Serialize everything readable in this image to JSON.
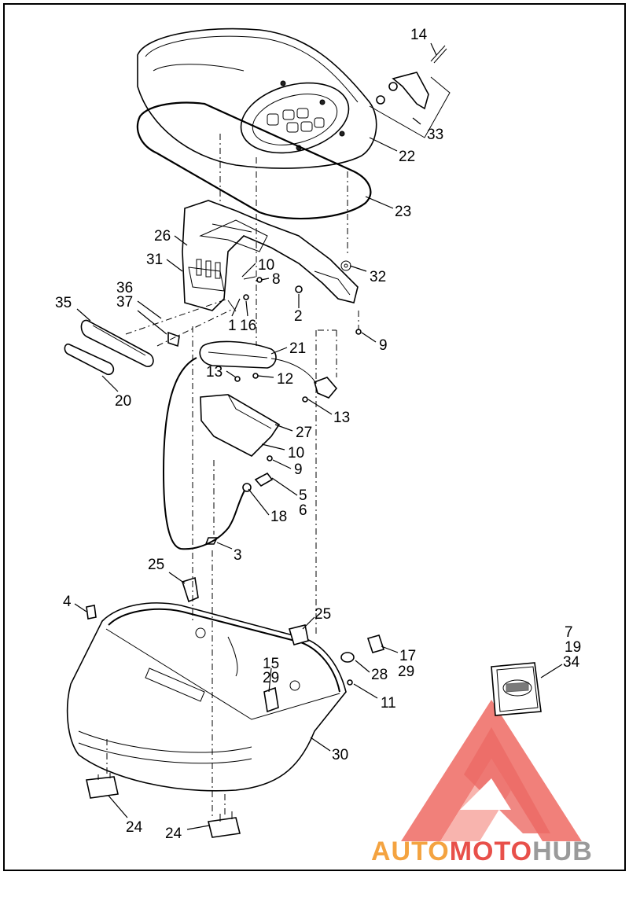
{
  "callouts": {
    "c14": "14",
    "c33": "33",
    "c22": "22",
    "c23": "23",
    "c26": "26",
    "c31": "31",
    "c10a": "10",
    "c8": "8",
    "c32": "32",
    "c36": "36",
    "c37": "37",
    "c35": "35",
    "c2": "2",
    "c1": "1",
    "c16": "16",
    "c9a": "9",
    "c21": "21",
    "c13a": "13",
    "c12": "12",
    "c20": "20",
    "c13b": "13",
    "c27": "27",
    "c10b": "10",
    "c9b": "9",
    "c5": "5",
    "c6": "6",
    "c18": "18",
    "c3": "3",
    "c25a": "25",
    "c4": "4",
    "c25b": "25",
    "c7": "7",
    "c19": "19",
    "c34": "34",
    "c17": "17",
    "c29a": "29",
    "c15": "15",
    "c29b": "29",
    "c28": "28",
    "c11": "11",
    "c30": "30",
    "c24a": "24",
    "c24b": "24"
  },
  "watermark": {
    "part1": "AUTO",
    "part2": "MOTO",
    "part3": "HUB",
    "color_red": "#e8504a",
    "color_orange": "#f4a340",
    "color_gray": "#9a9a9a"
  }
}
